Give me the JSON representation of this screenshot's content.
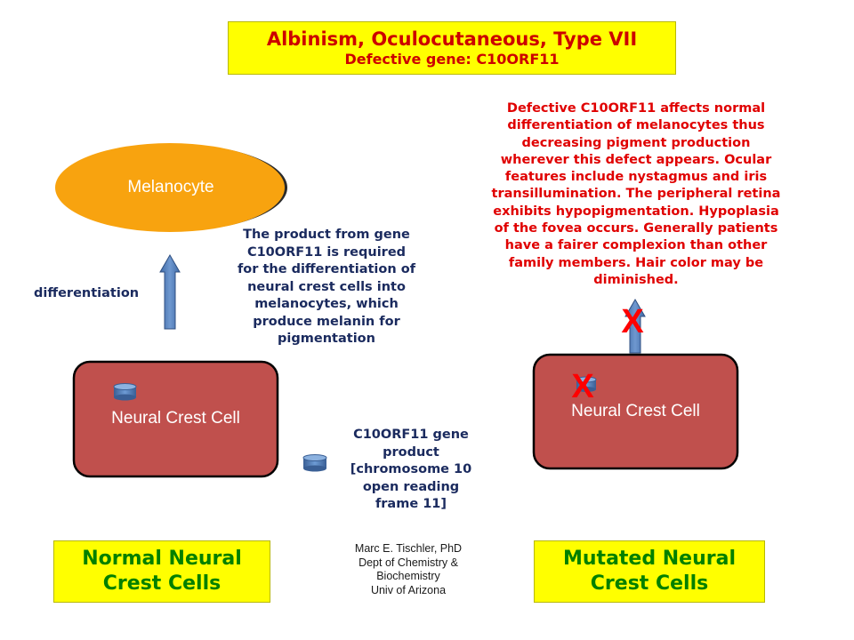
{
  "title": {
    "main": "Albinism, Oculocutaneous, Type VII",
    "sub": "Defective gene: C10ORF11"
  },
  "mutation_description": [
    "Defective C10ORF11 affects normal",
    "differentiation  of melanocytes  thus",
    "decreasing pigment  production",
    "wherever this defect appears. Ocular",
    "features include  nystagmus and iris",
    "transillumination.  The peripheral retina",
    "exhibits  hypopigmentation.   Hypoplasia",
    "of the fovea occurs.  Generally patients",
    "have a fairer complexion  than other",
    "family  members. Hair color may be",
    "diminished."
  ],
  "melanocyte_label": "Melanocyte",
  "differentiation_label": "differentiation",
  "product_explanation": [
    "The product from gene",
    "C10ORF11 is required",
    "for the differentiation  of",
    "neural crest cells into",
    "melanocytes,  which",
    "produce melanin  for",
    "pigmentation"
  ],
  "normal_cell_label": "Neural Crest Cell",
  "mutated_cell_label": "Neural Crest Cell",
  "gene_product_label": [
    "C10ORF11 gene",
    "product",
    "[chromosome  10",
    "open reading",
    "frame 11]"
  ],
  "block_mark": "X",
  "normal_box": [
    "Normal Neural",
    "Crest Cells"
  ],
  "mutated_box": [
    "Mutated Neural",
    "Crest Cells"
  ],
  "credit": [
    "Marc  E. Tischler, PhD",
    "Dept of Chemistry  &",
    "Biochemistry",
    "Univ of Arizona"
  ],
  "colors": {
    "title_bg": "#ffff00",
    "title_text": "#cc0000",
    "melanocyte_fill": "#f8a30f",
    "cell_fill": "#c0504d",
    "arrow_fill": "#4f7ab8",
    "box_text": "#008000",
    "mark": "#ff0000"
  }
}
